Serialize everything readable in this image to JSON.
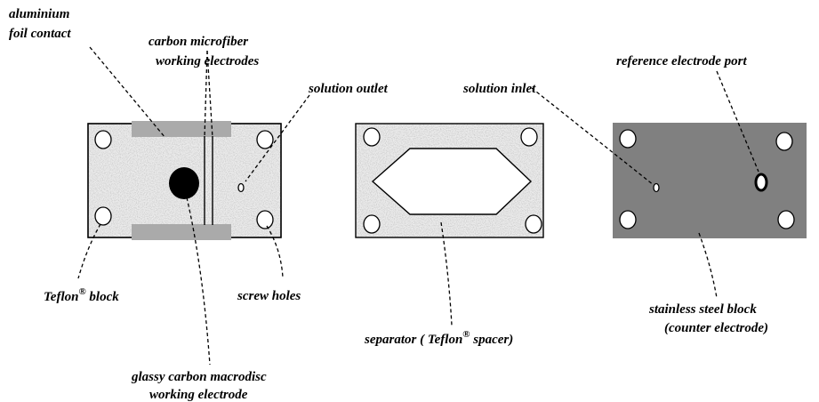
{
  "labels": {
    "aluminium_line1": "aluminium",
    "aluminium_line2": "foil contact",
    "microfiber_line1": "carbon microfiber",
    "microfiber_line2": "working electrodes",
    "solution_outlet": "solution outlet",
    "solution_inlet": "solution inlet",
    "reference_port": "reference electrode port",
    "teflon_block_text": "Teflon",
    "teflon_block_sup": "®",
    "teflon_block_suffix": " block",
    "screw_holes": "screw holes",
    "separator_prefix": "separator ( Teflon",
    "separator_sup": "®",
    "separator_suffix": " spacer)",
    "steel_line1": "stainless steel block",
    "steel_line2": "(counter electrode)",
    "glassy_line1": "glassy carbon macrodisc",
    "glassy_line2": "working electrode"
  },
  "colors": {
    "teflon_fill": "#ececec",
    "foil_fill": "#aaaaaa",
    "steel_fill": "#808080",
    "disc_fill": "#000000"
  }
}
